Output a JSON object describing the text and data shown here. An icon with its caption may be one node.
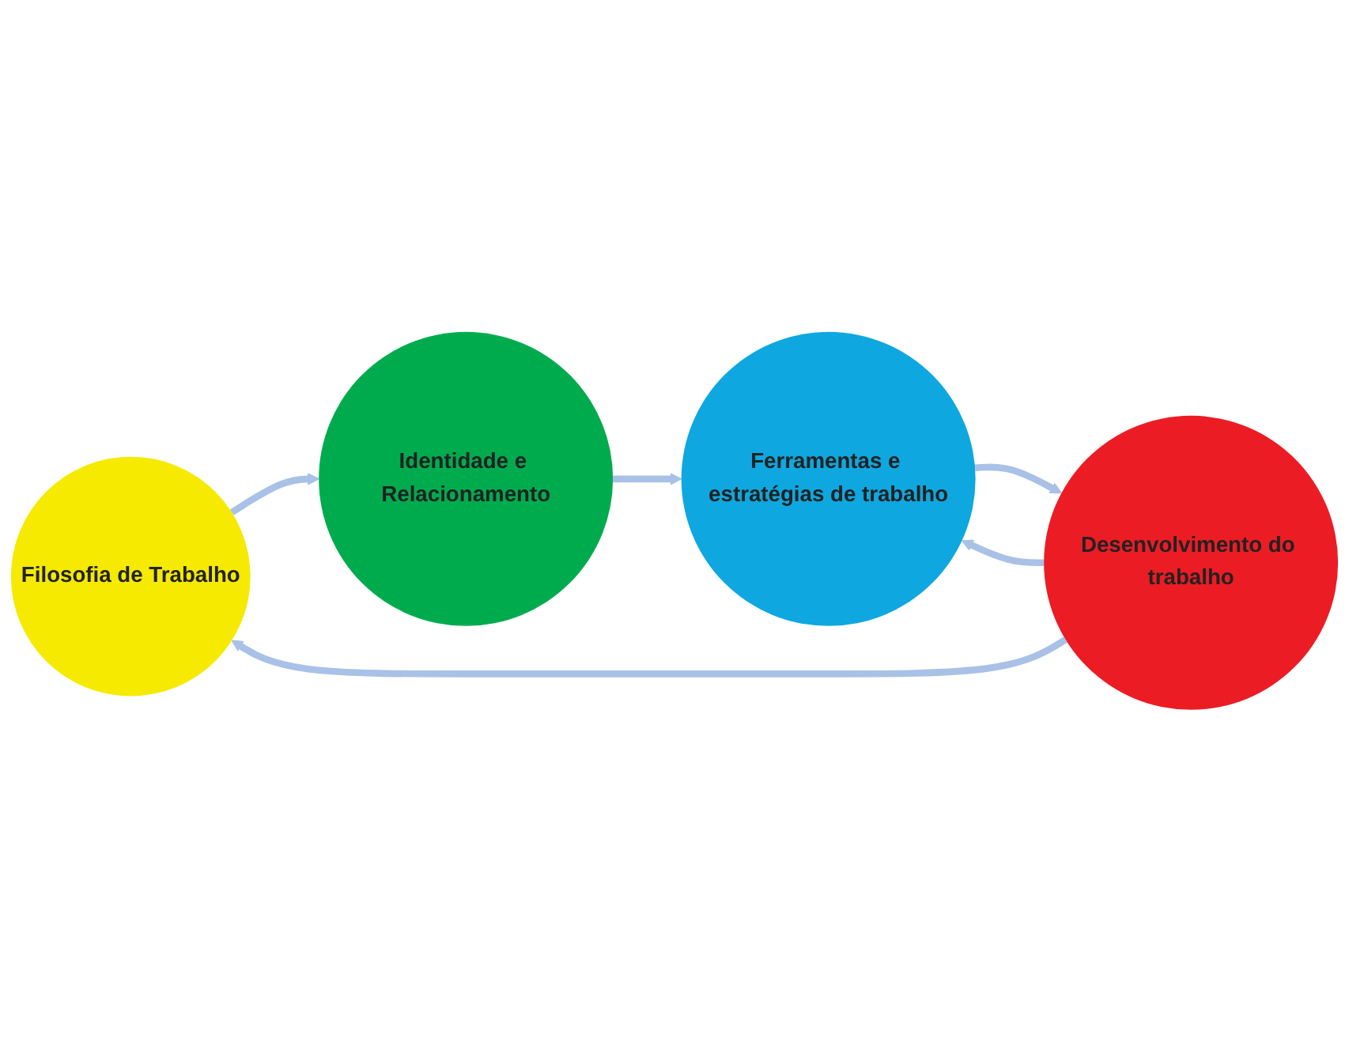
{
  "diagram": {
    "nodes": [
      {
        "text": [
          "Filosofia de Trabalho"
        ]
      },
      {
        "text": [
          "Identidade e Relacionamento"
        ]
      },
      {
        "text": [
          "Ferramentas e estratégias de trabalho"
        ]
      },
      {
        "text": [
          "Desenvolvimento do trabalho"
        ]
      }
    ],
    "edges": [
      {
        "from": 3,
        "to": 0,
        "arrow": "to"
      },
      {
        "from": 0,
        "to": 1,
        "arrow": "to"
      },
      {
        "from": 1,
        "to": 2,
        "arrow": "to"
      },
      {
        "from": 3,
        "to": 2,
        "arrow": "to"
      },
      {
        "from": 2,
        "to": 3,
        "arrow": "to"
      }
    ]
  }
}
